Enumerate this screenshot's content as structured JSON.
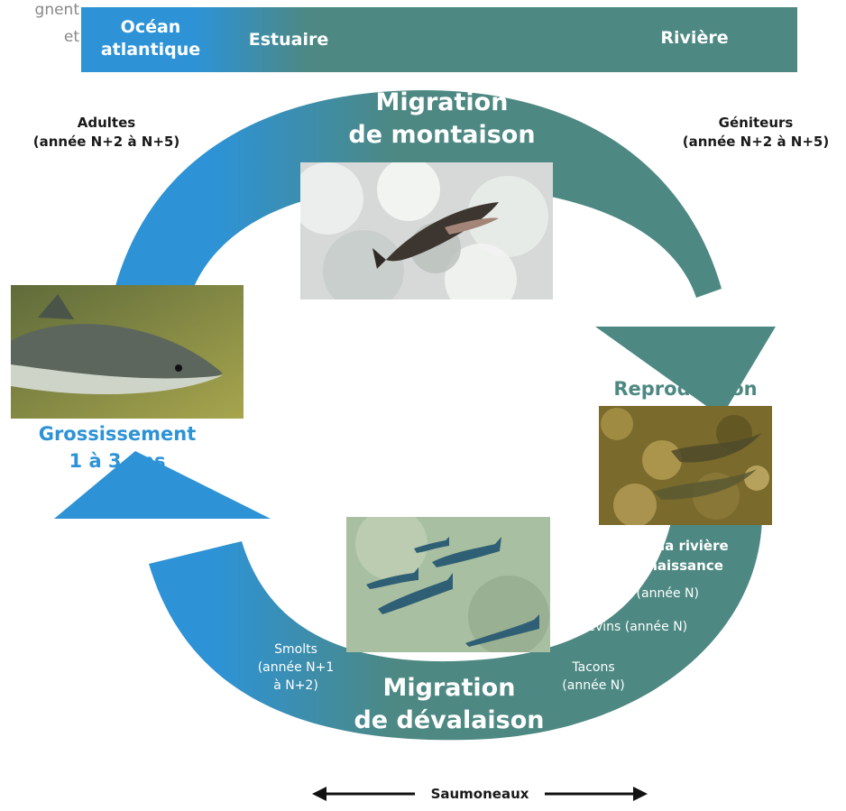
{
  "cropped_text": {
    "line1": "gnent",
    "line2": "et"
  },
  "top_band": {
    "ocean_line1": "Océan",
    "ocean_line2": "atlantique",
    "estuaire": "Estuaire",
    "riviere": "Rivière"
  },
  "stages": {
    "montaison_line1": "Migration",
    "montaison_line2": "de montaison",
    "devalaison_line1": "Migration",
    "devalaison_line2": "de dévalaison",
    "reproduction": "Reproduction",
    "grossissement_line1": "Grossissement",
    "grossissement_line2": "1 à 3 ans"
  },
  "labels": {
    "adultes_line1": "Adultes",
    "adultes_line2": "(année N+2 à N+5)",
    "geniteurs_line1": "Géniteurs",
    "geniteurs_line2": "(année N+2 à N+5)",
    "naissance_line1": "dans la rivière",
    "naissance_line2": "de naissance",
    "oeufs": "Œufs (année N)",
    "alevins": "Alevins (année N)",
    "tacons_line1": "Tacons",
    "tacons_line2": "(année N)",
    "smolts_line1": "Smolts",
    "smolts_line2": "(année N+1",
    "smolts_line3": "à N+2)",
    "saumoneaux": "Saumoneaux"
  },
  "colors": {
    "ocean_blue": "#2d93d6",
    "river_teal": "#4d8882",
    "grossissement_text": "#2d93d6",
    "reproduction_text": "#4d8882"
  },
  "icons": {
    "photo_montaison": "leaping-salmon-photo",
    "photo_adult": "adult-salmon-underwater-photo",
    "photo_reproduction": "spawning-riverbed-photo",
    "photo_devalaison": "smolts-swimming-photo"
  }
}
